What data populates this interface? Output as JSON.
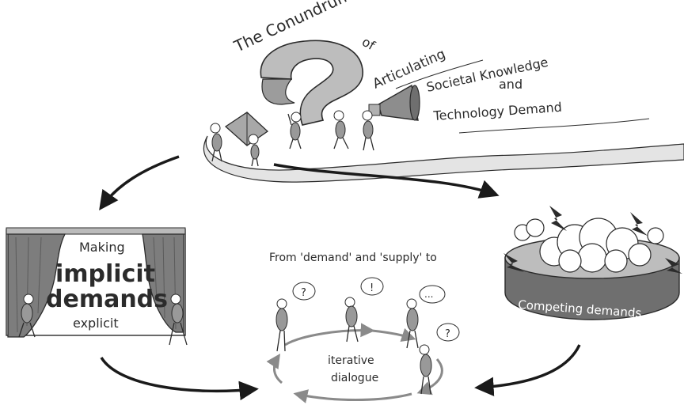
{
  "title": {
    "line1": "The Conundrum",
    "of": "of",
    "line2": "Articulating",
    "line3": "Societal Knowledge",
    "line4": "and",
    "line5": "Technology Demand"
  },
  "stage_panel": {
    "line1": "Making",
    "line2": "implicit",
    "line3": "demands",
    "line4": "explicit"
  },
  "dialogue": {
    "heading": "From 'demand' and 'supply' to",
    "center_line1": "iterative",
    "center_line2": "dialogue",
    "bubbles": [
      "?",
      "!",
      "...",
      "?"
    ]
  },
  "competing": {
    "label": "Competing demands"
  },
  "colors": {
    "ink": "#2b2b2b",
    "shade": "#8a8a8a",
    "light": "#d9d9d9",
    "curtain": "#7d7d7d",
    "arrow_fill": "#9a9a9a"
  }
}
